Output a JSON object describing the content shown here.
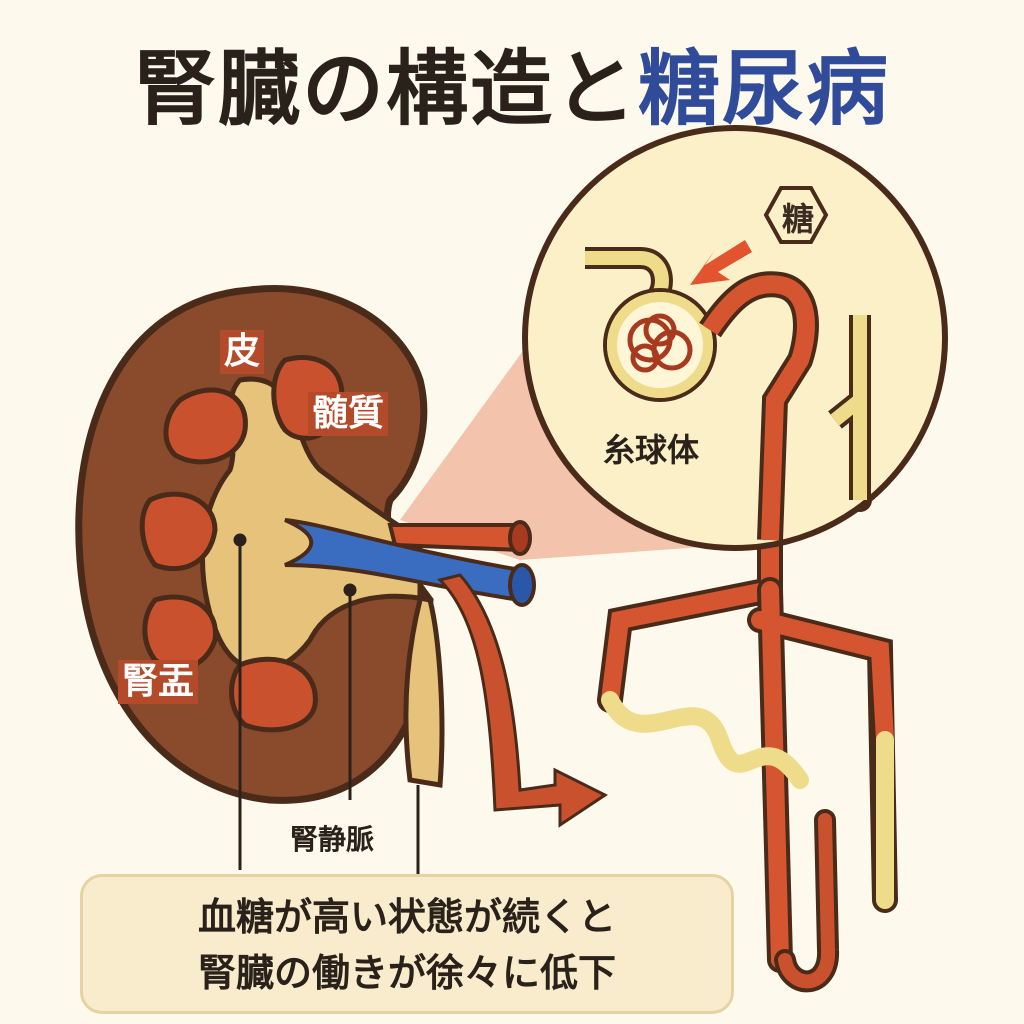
{
  "title": {
    "main": "腎臓の構造と",
    "accent": "糖尿病"
  },
  "labels": {
    "cortex": "皮",
    "medulla": "髄質",
    "pelvis": "腎盂",
    "renal_vein": "腎静脈",
    "glomerulus": "糸球体",
    "sugar": "糖"
  },
  "note": {
    "line1": "血糖が高い状態が続くと",
    "line2": "腎臓の働きが徐々に低下"
  },
  "colors": {
    "accent": "#2f4b9a",
    "kidney": "#8a4a2c",
    "pyramid": "#c9512e",
    "pelvis": "#e7c27a",
    "artery": "#d4552f",
    "vein": "#3a6cc0",
    "tubule": "#eedc8a"
  }
}
